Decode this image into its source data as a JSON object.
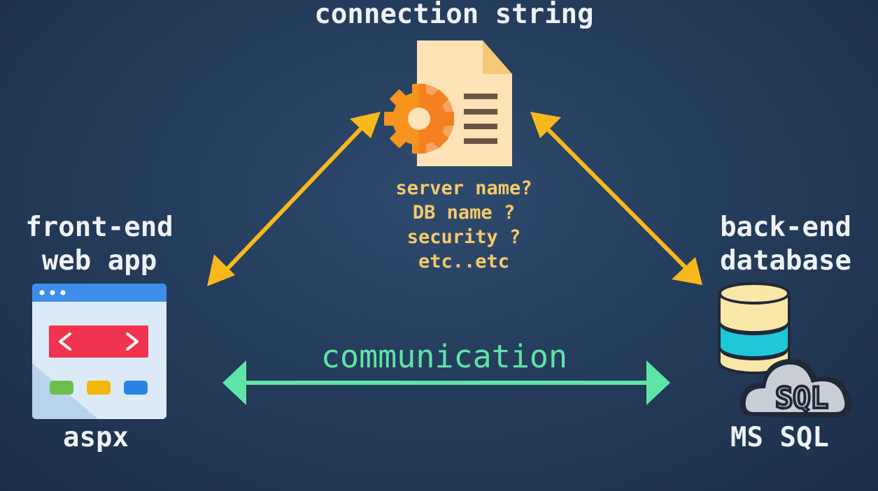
{
  "title": "connection string",
  "frontend": {
    "line1": "front-end",
    "line2": "web app",
    "tech": "aspx"
  },
  "backend": {
    "line1": "back-end",
    "line2": "database",
    "tech": "MS SQL",
    "cloud_text": "SQL"
  },
  "questions": [
    "server name?",
    "DB name ?",
    "security ?",
    "etc..etc"
  ],
  "communication": "communication",
  "colors": {
    "background": "#253d5c",
    "arrow_config": "#f9b81c",
    "arrow_communication": "#5ee4a6",
    "question_text": "#f7ca6a",
    "label_text": "#eef1f6"
  },
  "icons": [
    "config-document-icon",
    "gear-icon",
    "browser-window-icon",
    "database-icon",
    "sql-cloud-icon"
  ]
}
